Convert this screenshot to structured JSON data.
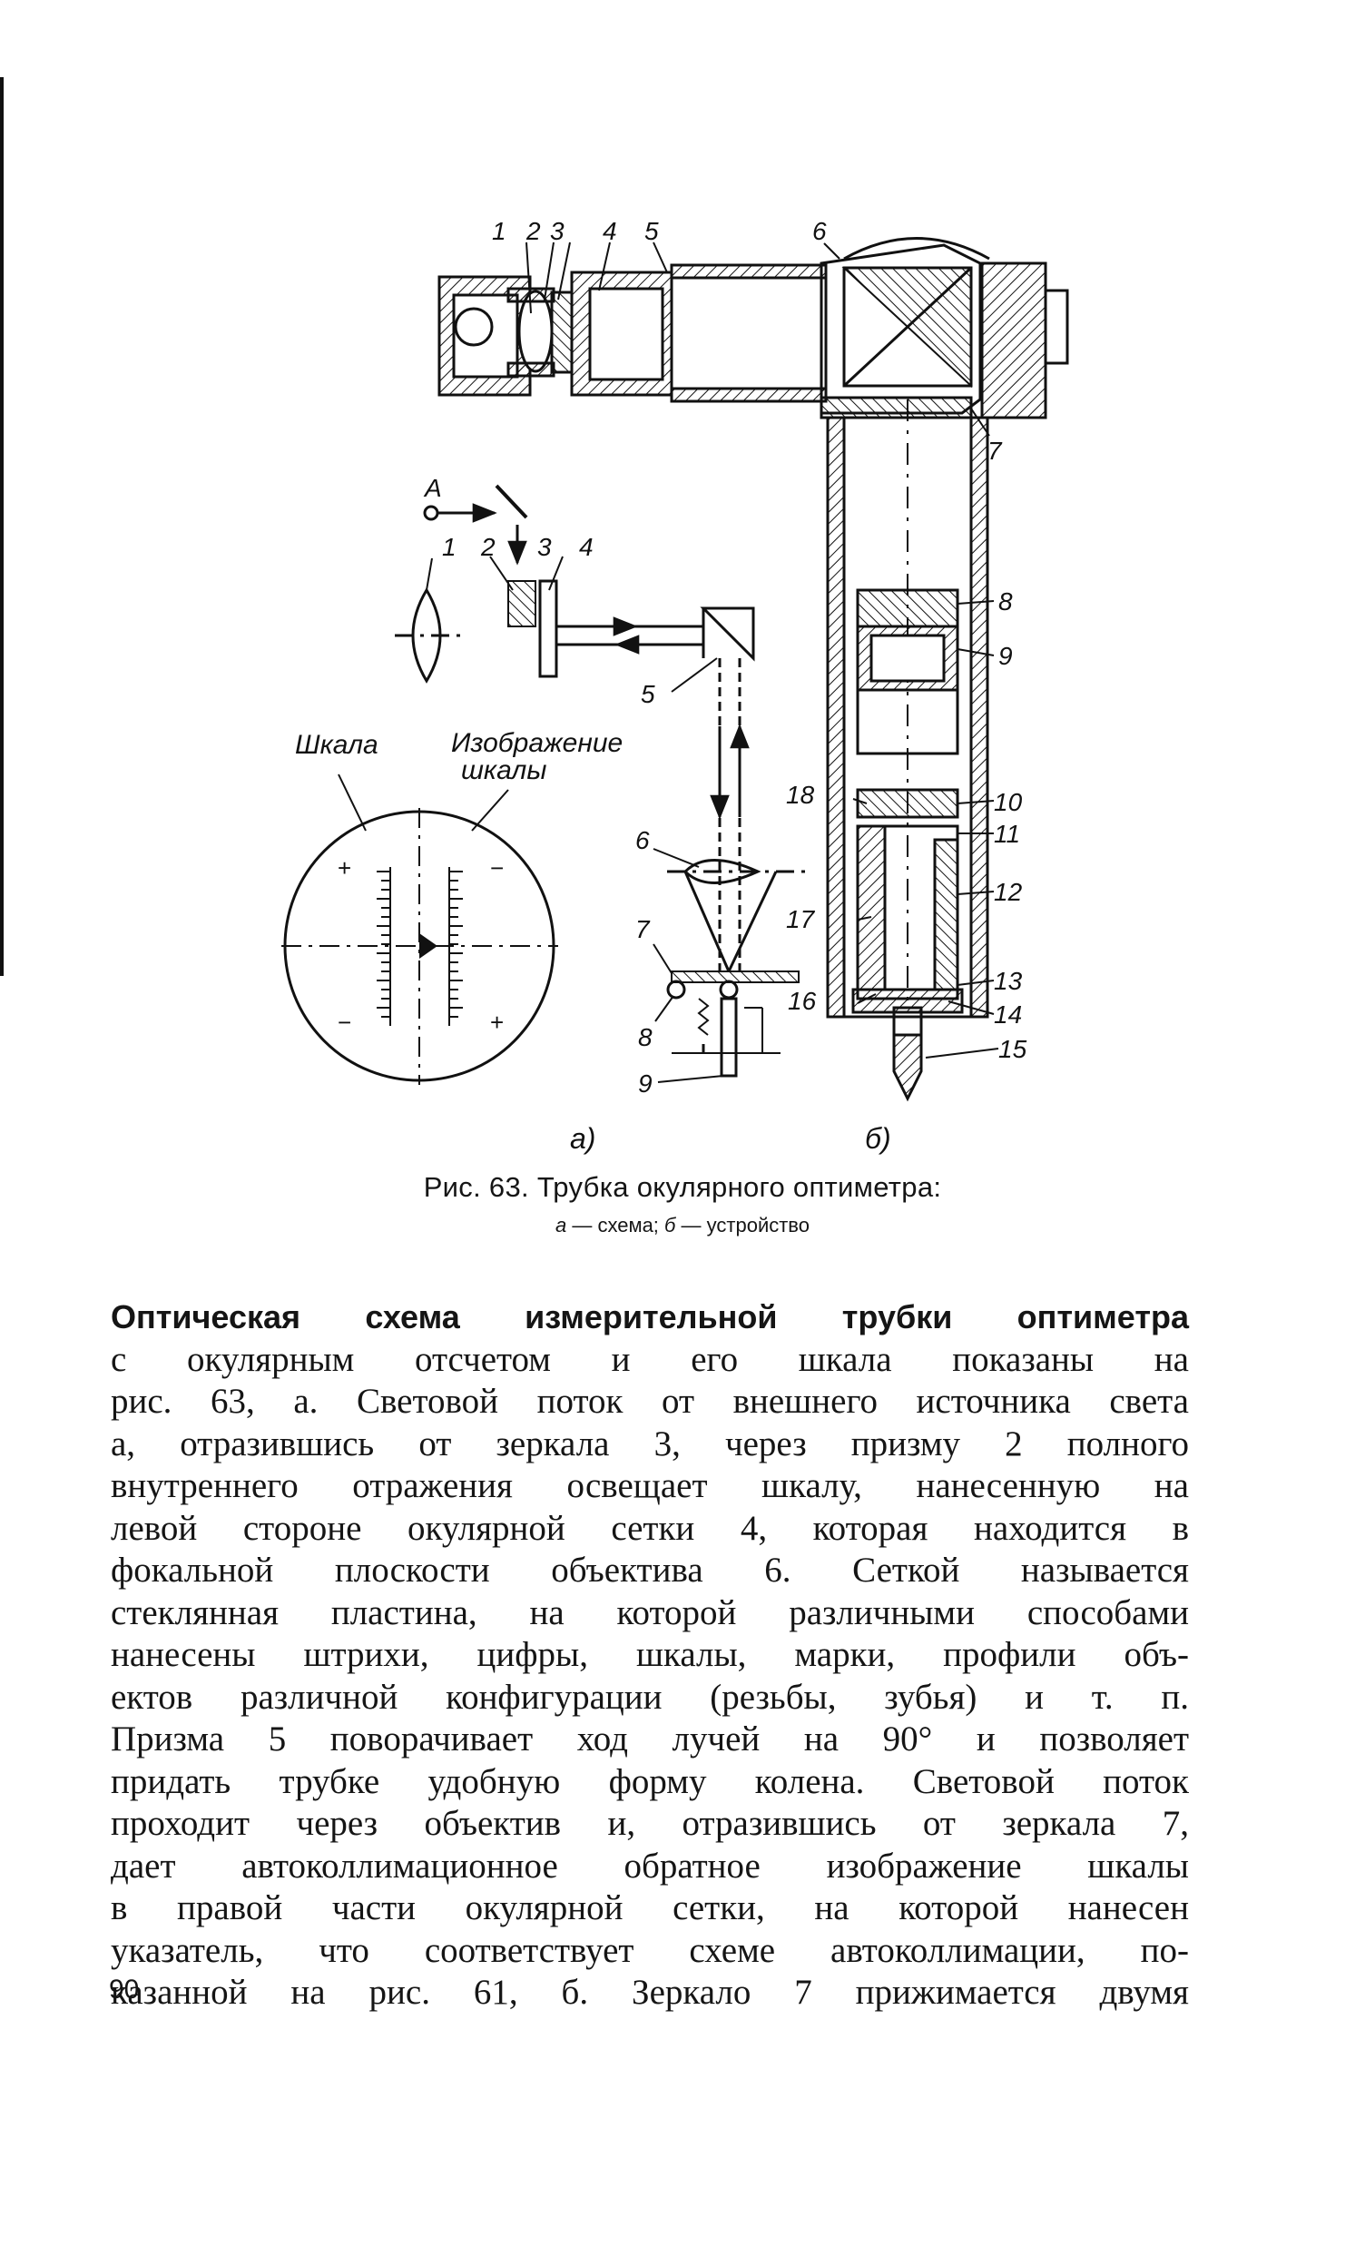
{
  "figure": {
    "labels_b": {
      "n1": "1",
      "n2": "2",
      "n3": "3",
      "n4": "4",
      "n5": "5",
      "n6": "6",
      "n7": "7",
      "n8": "8",
      "n9": "9",
      "n10": "10",
      "n11": "11",
      "n12": "12",
      "n13": "13",
      "n14": "14",
      "n15": "15",
      "n16": "16",
      "n17": "17",
      "n18": "18"
    },
    "labels_a": {
      "source": "A",
      "n1": "1",
      "n2": "2",
      "n3": "3",
      "n4": "4",
      "n5": "5",
      "n6": "6",
      "n7": "7",
      "n8": "8",
      "n9": "9",
      "scale": "Шкала",
      "scale_image_line1": "Изображение",
      "scale_image_line2": "шкалы",
      "plus": "+",
      "minus": "−"
    },
    "sub_a": "а)",
    "sub_b": "б)"
  },
  "caption": {
    "title": "Рис. 63. Трубка окулярного оптиметра:",
    "sub_a_letter": "а",
    "sub_a_text": " — схема; ",
    "sub_b_letter": "б",
    "sub_b_text": " — устройство"
  },
  "body": {
    "lines": [
      "Оптическая схема измерительной трубки оптиметра",
      "с окулярным отсчетом и его шкала показаны на",
      "рис. 63, а. Световой поток от внешнего источника света",
      "а, отразившись от зеркала 3, через призму 2 полного",
      "внутреннего отражения освещает шкалу, нанесенную на",
      "левой стороне окулярной сетки 4, которая находится в",
      "фокальной плоскости объектива 6. Сеткой называется",
      "стеклянная пластина, на которой различными способами",
      "нанесены штрихи, цифры, шкалы, марки, профили объ-",
      "ектов различной конфигурации (резьбы, зубья) и т. п.",
      "Призма 5 поворачивает ход лучей на 90° и позволяет",
      "придать трубке удобную форму колена. Световой поток",
      "проходит через объектив и, отразившись от зеркала 7,",
      "дает автоколлимационное обратное изображение шкалы",
      "в правой части окулярной сетки, на которой нанесен",
      "указатель, что соответствует схеме автоколлимации, по-",
      "казанной на рис. 61, б. Зеркало 7 прижимается двумя"
    ]
  },
  "page_number": "90"
}
